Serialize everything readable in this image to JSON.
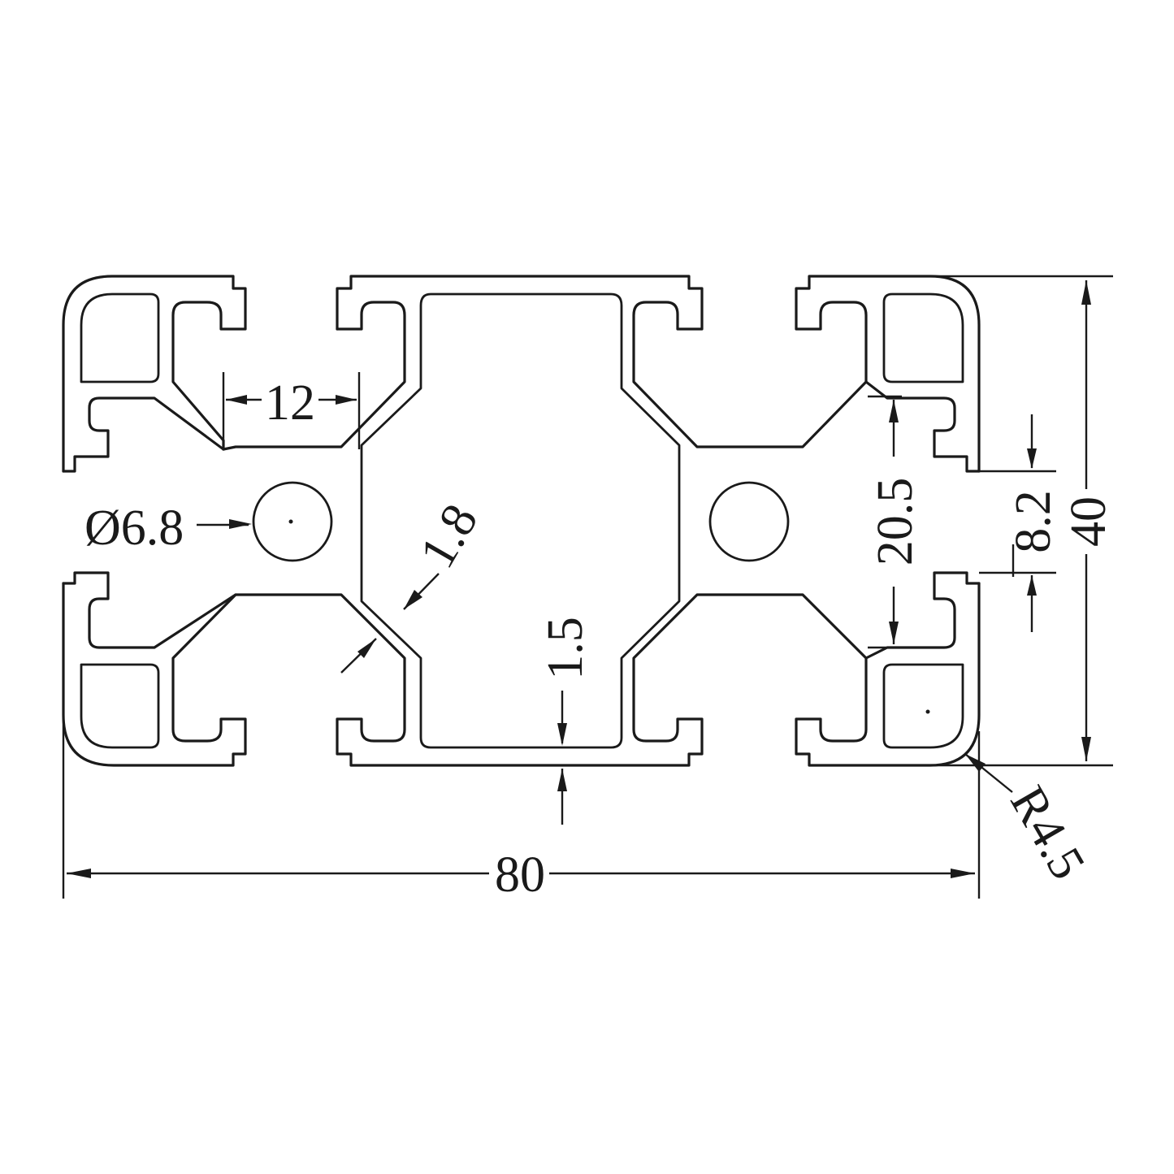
{
  "drawing": {
    "type": "aluminum-profile-cross-section",
    "units": "mm",
    "colors": {
      "line": "#1a1a1a",
      "background": "#ffffff"
    },
    "dimensions": {
      "width": "80",
      "height": "40",
      "slot_opening": "12",
      "center_hole": "Ø6.8",
      "web_thickness": "1.8",
      "wall_thickness": "1.5",
      "slot_depth": "20.5",
      "slot_width": "8.2",
      "corner_radius": "R4.5"
    }
  }
}
